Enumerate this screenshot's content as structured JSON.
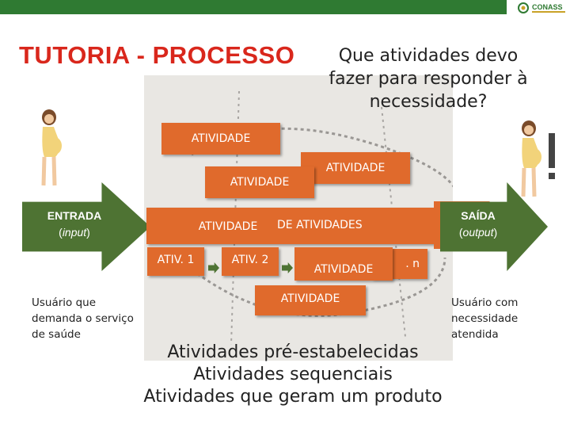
{
  "header": {
    "title": "TUTORIA - PROCESSO",
    "logo_text": "CONASS",
    "question": "Que atividades devo fazer para responder à necessidade?"
  },
  "diagram": {
    "boxes": [
      "ATIVIDADE",
      "ATIVIDADE",
      "ATIVIDADE",
      "ATIVIDADE",
      "DE ATIVIDADES",
      "ATIV. 1",
      "ATIV. 2",
      "ATIVIDADE",
      ". n",
      "ATIVIDADE"
    ],
    "input_label": "ENTRADA",
    "input_sub": "input",
    "output_label": "SAÍDA",
    "output_sub": "output"
  },
  "notes": {
    "left": "Usuário que demanda o serviço de saúde",
    "right": "Usuário com necessidade atendida"
  },
  "bottom": {
    "line1": "Atividades pré-estabelecidas",
    "line2": "Atividades sequenciais",
    "line3": "Atividades que geram um produto"
  },
  "colors": {
    "accent": "#e06a2c",
    "green": "#4e7333",
    "title": "#d9271c",
    "topbar": "#2f7a32"
  },
  "icons": [
    "pregnant-woman-figure",
    "pregnant-woman-figure",
    "exclamation-mark"
  ]
}
